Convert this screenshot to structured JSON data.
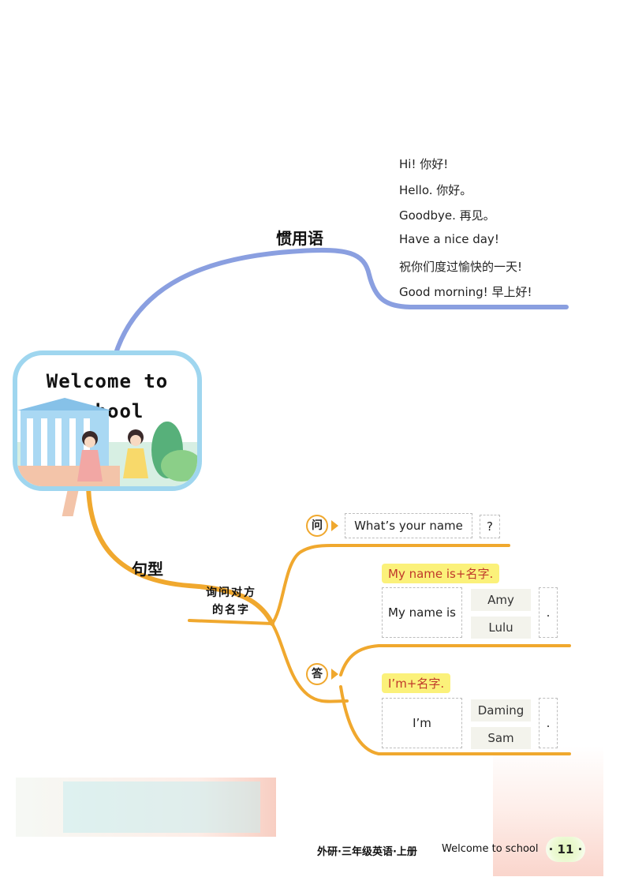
{
  "title": {
    "line1": "Welcome to",
    "line2": "school"
  },
  "branches": {
    "expressions_label": "惯用语",
    "sentences_label": "句型"
  },
  "expressions": [
    "Hi! 你好!",
    "Hello. 你好。",
    "Goodbye. 再见。",
    "Have a nice day!",
    "祝你们度过愉快的一天!",
    "Good morning! 早上好!"
  ],
  "ask_name": {
    "label_line1": "询问对方",
    "label_line2": "的名字",
    "question_marker": "问",
    "question_text": "What’s your name",
    "question_mark": "?",
    "answer_marker": "答",
    "pattern1": "My name is+名字.",
    "pattern1_stem": "My name is",
    "pattern1_options": [
      "Amy",
      "Lulu"
    ],
    "pattern1_end": ".",
    "pattern2": "I’m+名字.",
    "pattern2_stem": "I’m",
    "pattern2_options": [
      "Daming",
      "Sam"
    ],
    "pattern2_end": "."
  },
  "footer": {
    "book": "外研·三年级英语·上册",
    "unit": "Welcome to school",
    "page": "· 11 ·"
  },
  "colors": {
    "blue_branch": "#8a9fe0",
    "orange_branch": "#f0a82e",
    "cloud_border": "#9fd6ef",
    "highlight": "#fbf17a",
    "highlight_text": "#c0392b"
  }
}
